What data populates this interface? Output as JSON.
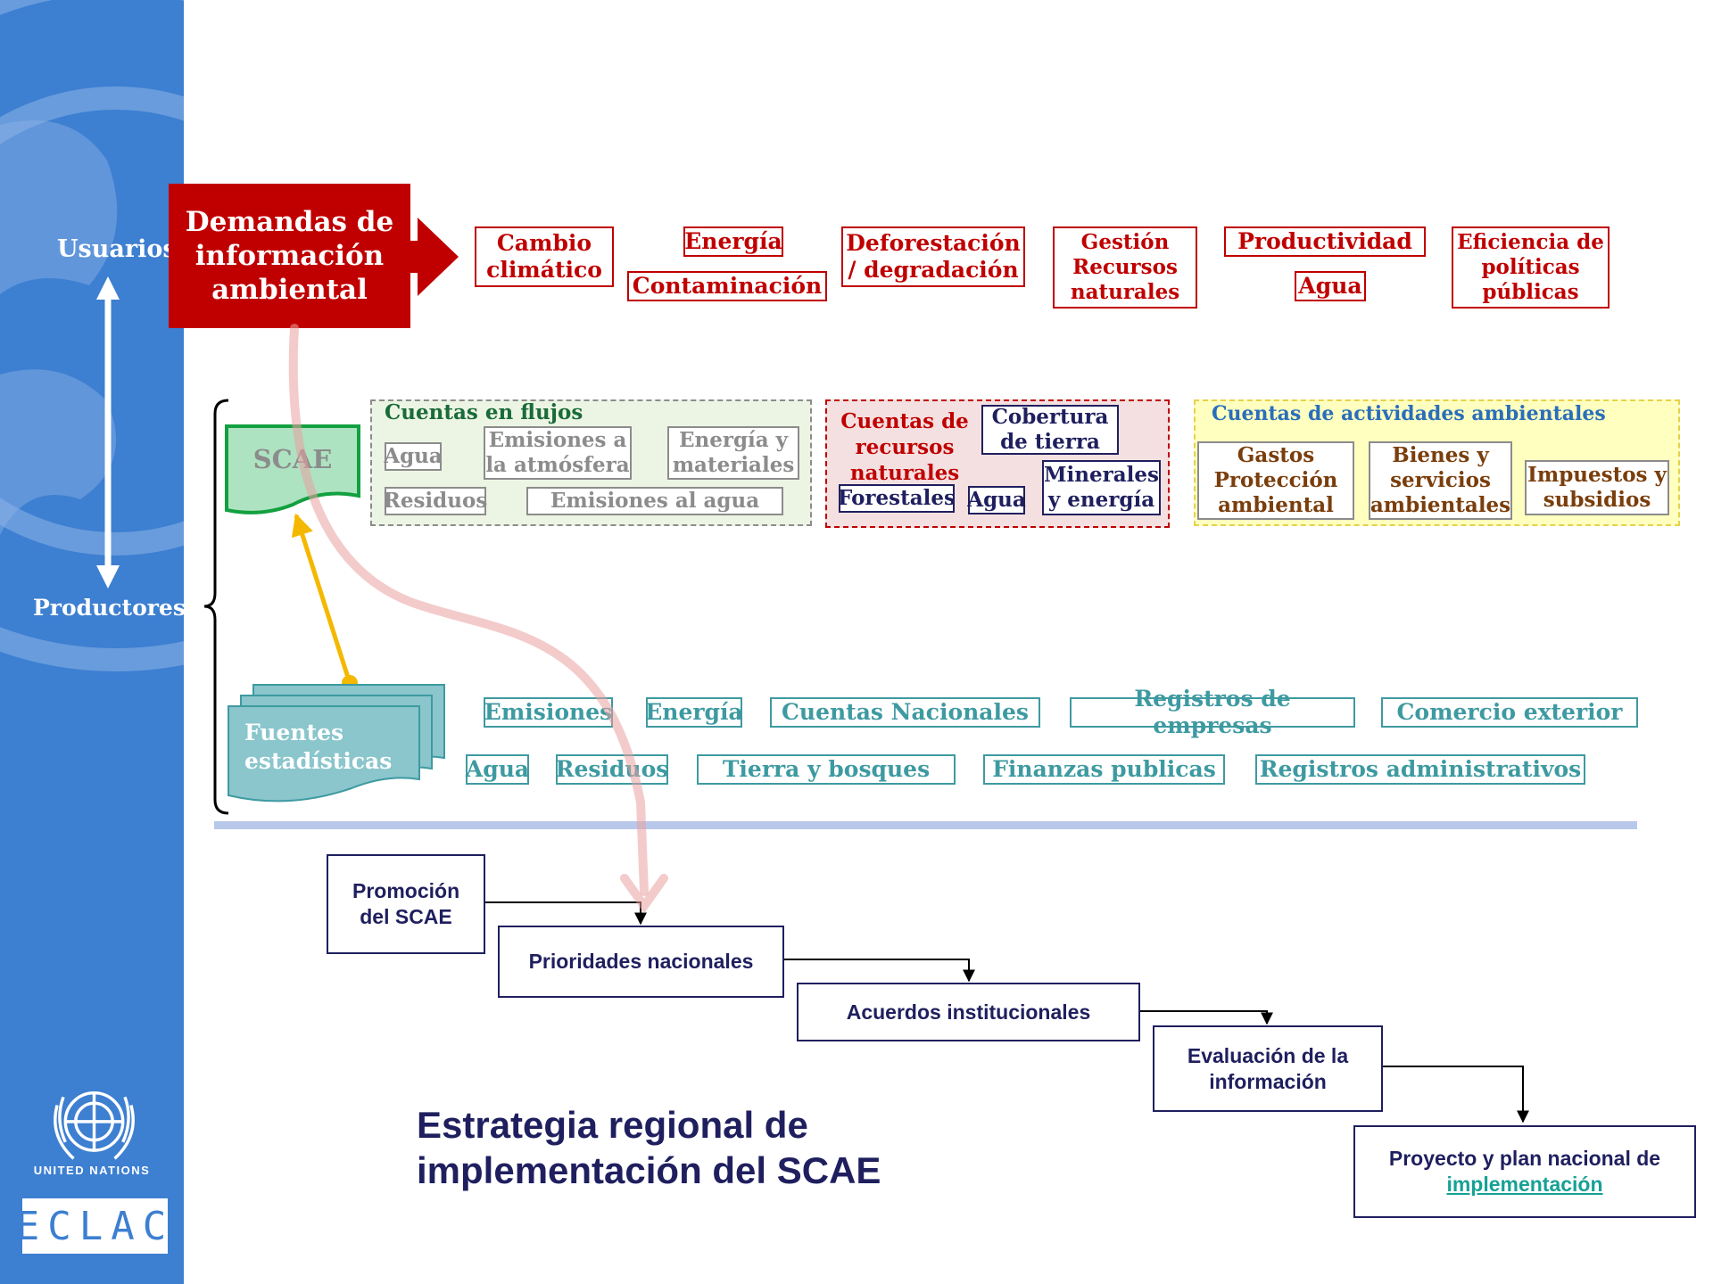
{
  "sidebar": {
    "un_logo_text": "UNITED NATIONS",
    "eclac_logo_text": "ECLAC",
    "usuarios": "Usuarios",
    "productores": "Productores"
  },
  "demand": {
    "title": "Demandas de información ambiental",
    "topics": {
      "cambio": "Cambio climático",
      "energia": "Energía",
      "contaminacion": "Contaminación",
      "deforestacion": "Deforestación / degradación",
      "gestion": "Gestión Recursos naturales",
      "productividad": "Productividad",
      "agua": "Agua",
      "eficiencia": "Eficiencia de políticas públicas"
    }
  },
  "scae": {
    "label": "SCAE",
    "flujos": {
      "title": "Cuentas en flujos",
      "agua": "Agua",
      "emisiones_atm": "Emisiones a la atmósfera",
      "energia_mat": "Energía y materiales",
      "residuos": "Residuos",
      "emisiones_agua": "Emisiones al agua"
    },
    "recursos": {
      "title": "Cuentas de recursos naturales",
      "cobertura": "Cobertura de tierra",
      "minerales": "Minerales y energía",
      "forestales": "Forestales",
      "agua": "Agua"
    },
    "actividades": {
      "title": "Cuentas de actividades ambientales",
      "gastos": "Gastos Protección ambiental",
      "bienes": "Bienes y servicios ambientales",
      "impuestos": "Impuestos y subsidios"
    }
  },
  "fuentes": {
    "label": "Fuentes estadísticas",
    "items": {
      "emisiones": "Emisiones",
      "energia": "Energía",
      "cuentas_nac": "Cuentas Nacionales",
      "registros_emp": "Registros de empresas",
      "comercio": "Comercio exterior",
      "agua": "Agua",
      "residuos": "Residuos",
      "tierra": "Tierra y bosques",
      "finanzas": "Finanzas publicas",
      "registros_adm": "Registros administrativos"
    }
  },
  "strategy": {
    "title_line1": "Estrategia regional de",
    "title_line2": "implementación del SCAE",
    "steps": {
      "promocion": "Promoción del SCAE",
      "prioridades": "Prioridades nacionales",
      "acuerdos": "Acuerdos institucionales",
      "evaluacion": "Evaluación de la información",
      "proyecto_prefix": "Proyecto y plan nacional de",
      "proyecto_link": "implementación"
    }
  },
  "colors": {
    "sidebar": "#3d7fd1",
    "demand_red": "#c00000",
    "navy": "#1f1f5f",
    "teal": "#3e9aa1",
    "brown": "#7a3e0c",
    "flujos_green": "#1a6b3a",
    "actividades_blue": "#2a6ebb",
    "arrow_yellow": "#f5b800"
  }
}
